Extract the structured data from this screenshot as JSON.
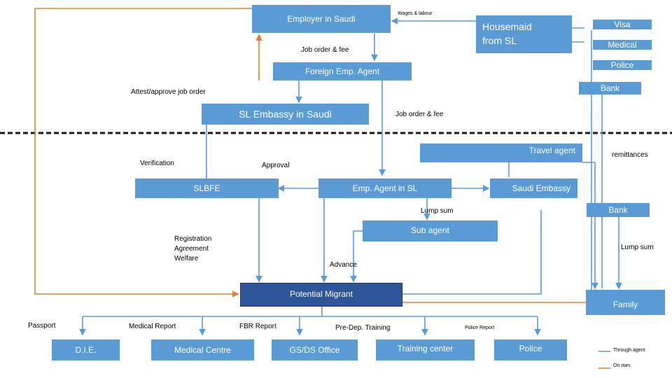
{
  "colors": {
    "box": "#5b9bd5",
    "box_dark": "#2e5597",
    "line_blue": "#5b9bd5",
    "line_orange": "#ed7d31",
    "divider": "#1a1a1a"
  },
  "nodes": {
    "employer": "Employer in Saudi",
    "housemaid": "Housemaid from SL",
    "visa": "Visa",
    "medical": "Medical",
    "police_top": "Police",
    "foreign_agent": "Foreign Emp. Agent",
    "bank_top": "Bank",
    "embassy": "SL Embassy in Saudi",
    "travel_agent": "Travel  agent",
    "slbfe": "SLBFE",
    "emp_agent": "Emp. Agent in SL",
    "saudi_embassy": "Saudi Embassy",
    "bank_mid": "Bank",
    "sub_agent": "Sub agent",
    "potential_migrant": "Potential Migrant",
    "family": "Family",
    "die": "D.I.E.",
    "medical_centre": "Medical Centre",
    "gs_ds": "GS/DS Office",
    "training_center": "Training center",
    "police_bottom": "Police"
  },
  "labels": {
    "wages": "Wages & labour",
    "job_order_1": "Job order &  fee",
    "attest": "Attest/approve  job order",
    "job_order_2": "Job order &  fee",
    "verification": "Verification",
    "approval": "Approval",
    "remittances": "remittances",
    "lump_sum_1": "Lump sum",
    "registration": [
      "Registration",
      "Agreement",
      "Welfare"
    ],
    "lump_sum_2": "Lump sum",
    "advance": "Advance",
    "passport": "Passport",
    "medical_report": "Medical Report",
    "fbr_report": "FBR  Report",
    "pre_dep": "Pre-Dep. Training",
    "police_report": "Police    Report"
  },
  "legend": {
    "through_agent": "Through agent",
    "on_own": "On own"
  }
}
